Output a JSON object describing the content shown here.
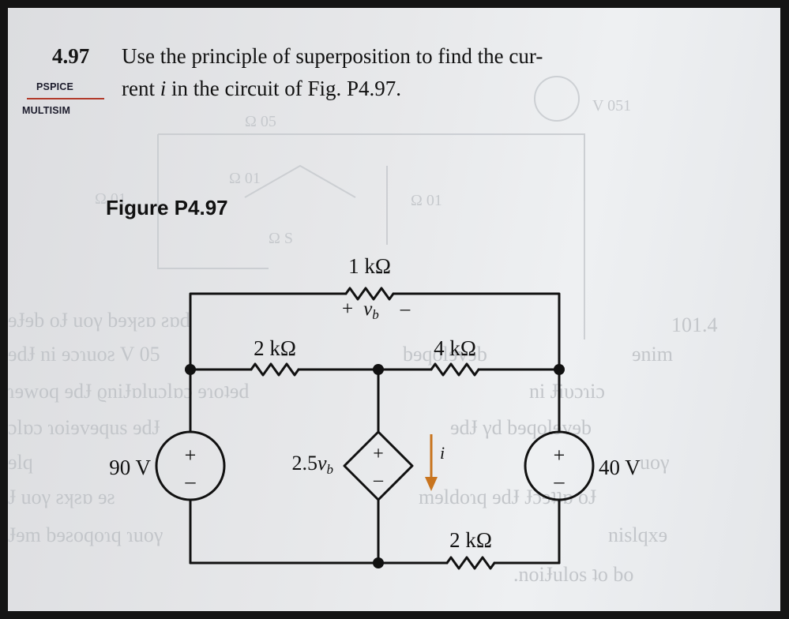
{
  "problem": {
    "number": "4.97",
    "line1": "Use the principle of superposition to find the cur-",
    "line2_pre": "rent ",
    "line2_var": "i",
    "line2_post": " in the circuit of Fig. P4.97."
  },
  "badges": [
    "PSPICE",
    "MULTISIM"
  ],
  "figure": {
    "label": "Figure P4.97",
    "labels": {
      "r_top": "1 kΩ",
      "vb_plus": "+",
      "vb_var": "v",
      "vb_sub": "b",
      "vb_minus": "–",
      "r_left": "2 kΩ",
      "r_right": "4 kΩ",
      "r_bottom": "2 kΩ",
      "src_left": "90 V",
      "src_right": "40 V",
      "dep_coef": "2.5",
      "dep_var": "v",
      "dep_sub": "b",
      "current": "i",
      "plus": "+",
      "minus": "–"
    }
  },
  "colors": {
    "ink": "#111111",
    "accent": "#c8741e",
    "badge_rule": "#b23a2a",
    "frame": "#141414"
  }
}
